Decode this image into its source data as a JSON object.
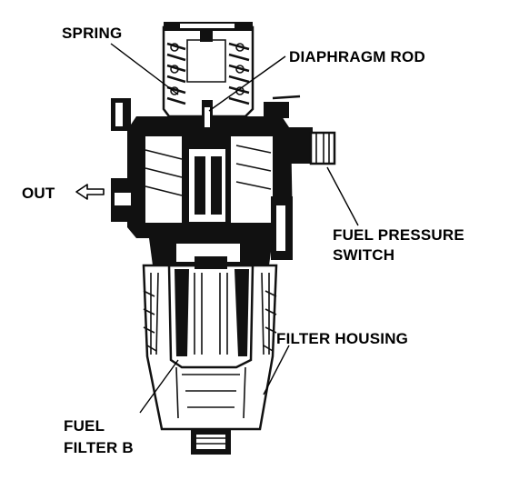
{
  "labels": {
    "spring": "SPRING",
    "diaphragm_rod": "DIAPHRAGM ROD",
    "out": "OUT",
    "fuel_pressure_switch_line1": "FUEL PRESSURE",
    "fuel_pressure_switch_line2": "SWITCH",
    "filter_housing": "FILTER HOUSING",
    "fuel_filter_line1": "FUEL",
    "fuel_filter_line2": "FILTER B"
  },
  "colors": {
    "ink": "#111111",
    "paper": "#ffffff"
  },
  "icons": {
    "out_arrow": "left-arrow-outline-icon"
  }
}
